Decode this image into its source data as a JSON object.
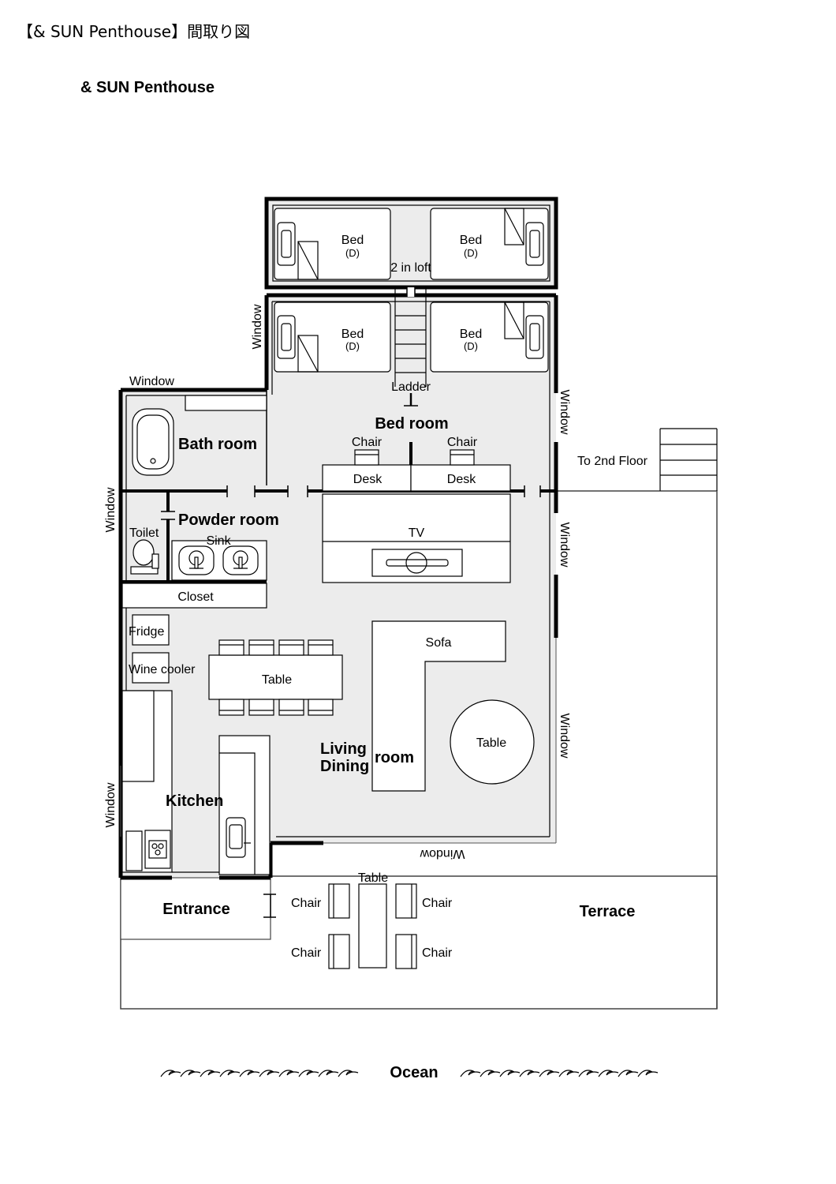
{
  "header": {
    "top_title": "【& SUN Penthouse】間取り図",
    "sub_title": "& SUN Penthouse"
  },
  "rooms": {
    "bed_room": "Bed room",
    "bath_room": "Bath room",
    "powder_room": "Powder room",
    "kitchen": "Kitchen",
    "living": "Living",
    "dining": "Dining",
    "room": "room",
    "entrance": "Entrance",
    "terrace": "Terrace",
    "ocean": "Ocean"
  },
  "furniture": {
    "bed": "Bed",
    "bed_type": "(D)",
    "loft": "2 in loft",
    "ladder": "Ladder",
    "chair": "Chair",
    "desk": "Desk",
    "tv": "TV",
    "toilet": "Toilet",
    "sink": "Sink",
    "closet": "Closet",
    "fridge": "Fridge",
    "wine_cooler": "Wine cooler",
    "table": "Table",
    "sofa": "Sofa",
    "to_2nd_floor": "To 2nd Floor",
    "window": "Window"
  },
  "colors": {
    "floor": "#ececec",
    "wall": "#000000"
  }
}
